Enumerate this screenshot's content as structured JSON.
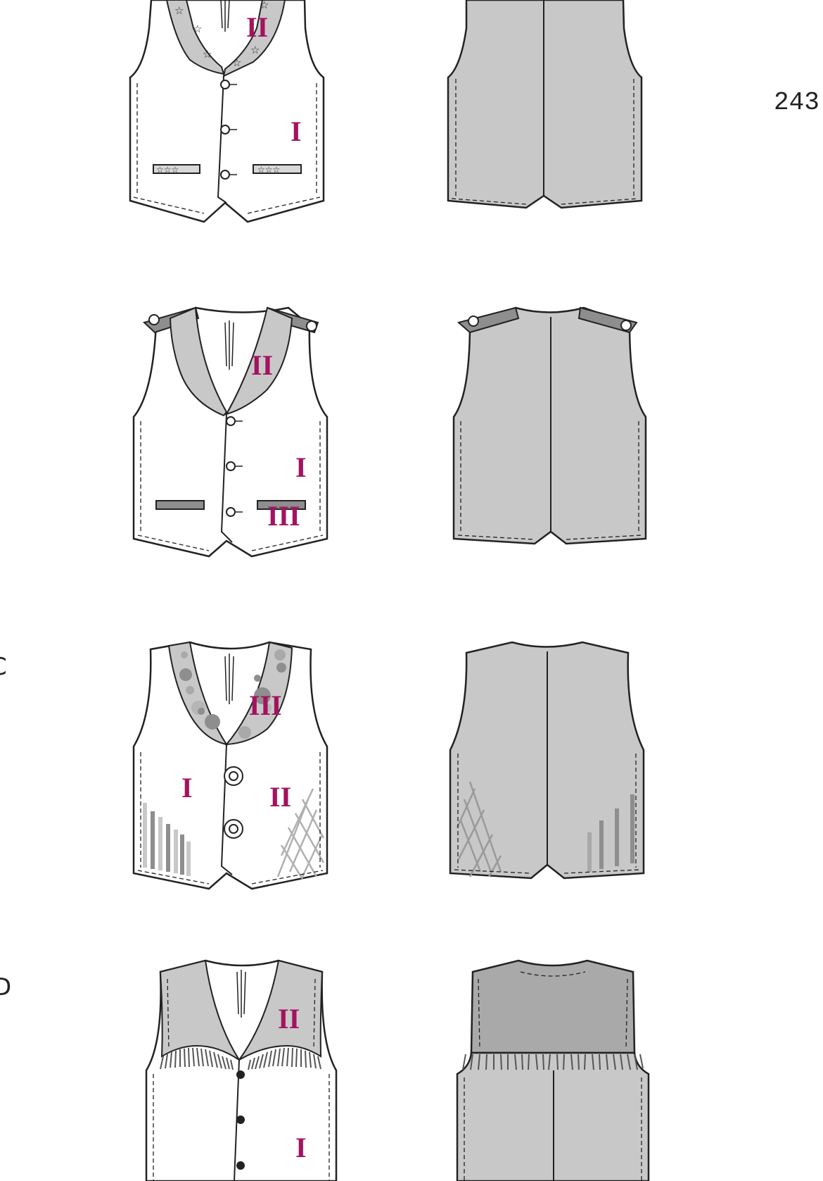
{
  "pattern_number": "243",
  "views": [
    {
      "letter": "",
      "labels": [
        "II",
        "I"
      ]
    },
    {
      "letter": "",
      "labels": [
        "II",
        "I",
        "III"
      ]
    },
    {
      "letter": "C",
      "labels": [
        "III",
        "I",
        "II"
      ]
    },
    {
      "letter": "D",
      "labels": [
        "II",
        "I"
      ]
    }
  ],
  "colors": {
    "outline": "#222222",
    "white_fabric": "#ffffff",
    "grey_fabric": "#c8c8c8",
    "mid_grey": "#a9a9a9",
    "dark_grey": "#8e8e8e",
    "number_color": "#a3135f"
  }
}
